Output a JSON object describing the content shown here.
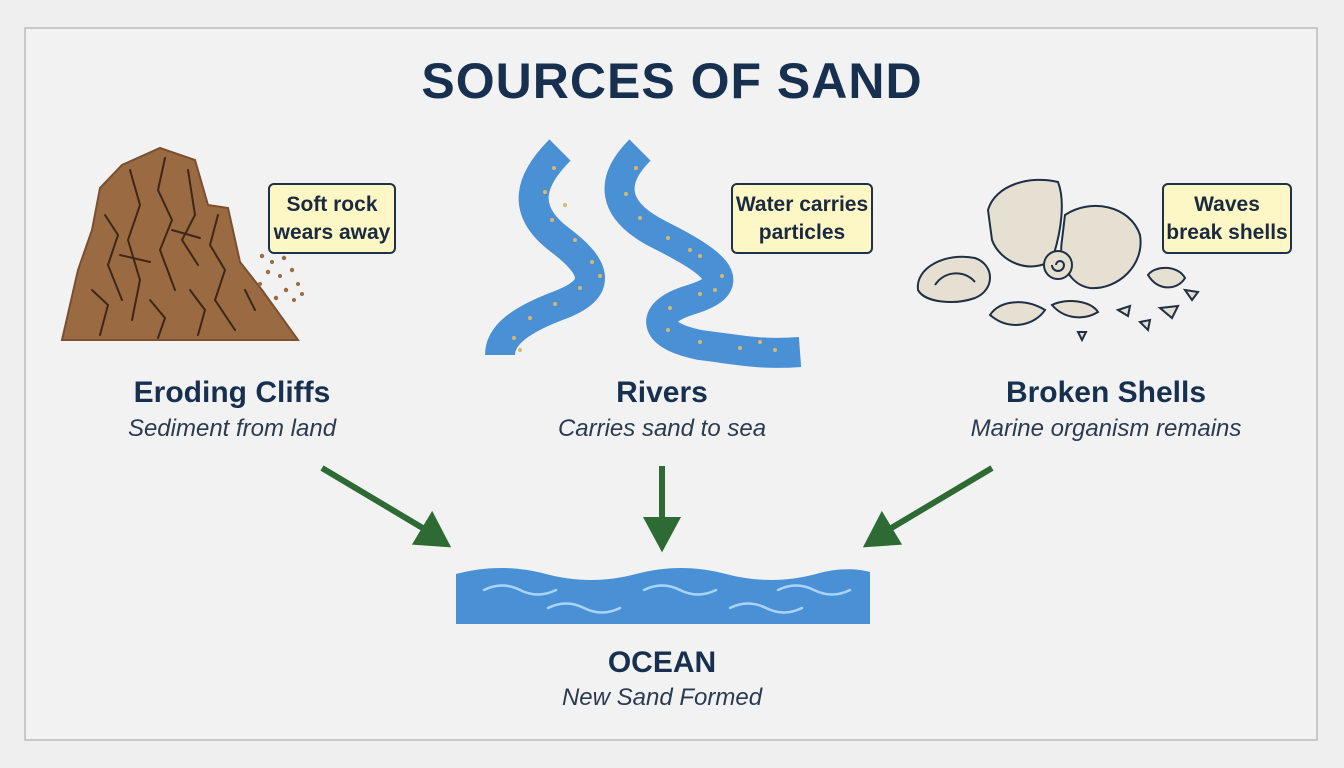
{
  "title": "SOURCES OF SAND",
  "sources": [
    {
      "name": "Eroding Cliffs",
      "description": "Sediment from land",
      "callout": "Soft rock\nwears away",
      "icon": "cliff-icon"
    },
    {
      "name": "Rivers",
      "description": "Carries sand to sea",
      "callout": "Water carries\nparticles",
      "icon": "river-icon"
    },
    {
      "name": "Broken Shells",
      "description": "Marine organism remains",
      "callout": "Waves\nbreak shells",
      "icon": "shells-icon"
    }
  ],
  "destination": {
    "name": "OCEAN",
    "description": "New Sand Formed",
    "icon": "ocean-icon"
  },
  "colors": {
    "title": "#17304f",
    "arrow": "#2e6b34",
    "water": "#4a90d4",
    "cliff": "#9a6a43",
    "callout_bg": "#fdf7c6"
  }
}
